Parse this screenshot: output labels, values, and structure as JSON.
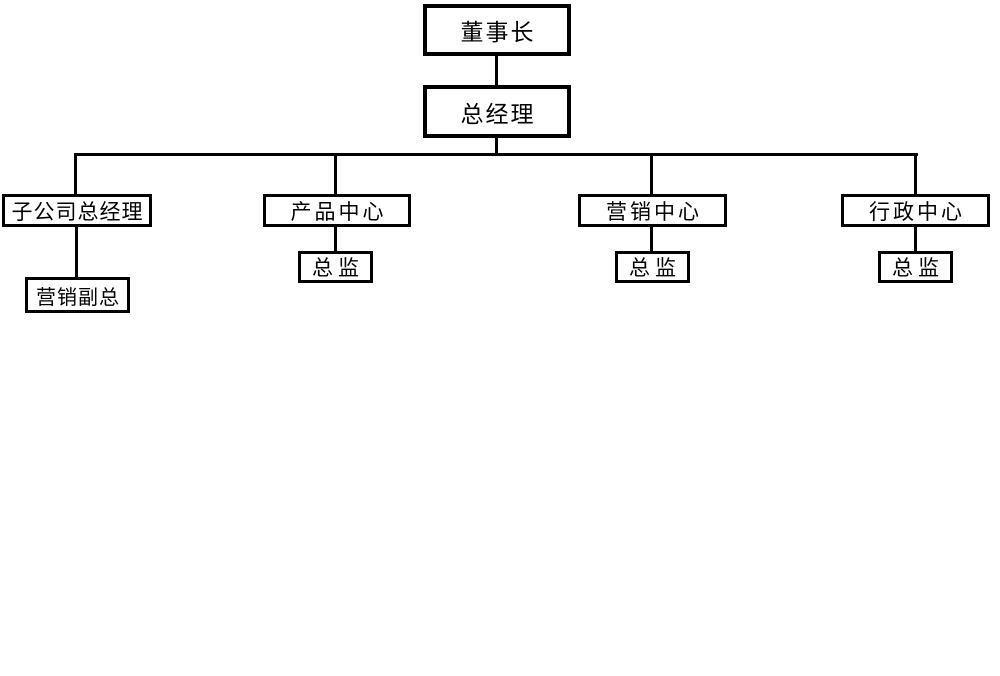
{
  "diagram": {
    "type": "org-chart",
    "colors": {
      "background": "#ffffff",
      "line": "#000000",
      "box_border": "#000000",
      "box_fill": "#ffffff",
      "text": "#000000"
    },
    "hierarchy": {
      "label": "董事长",
      "children": [
        {
          "label": "总经理",
          "children": [
            {
              "label": "子公司总经理",
              "children": [
                {
                  "label": "营销副总",
                  "children": []
                }
              ]
            },
            {
              "label": "产品中心",
              "children": [
                {
                  "label": "总监",
                  "children": []
                }
              ]
            },
            {
              "label": "营销中心",
              "children": [
                {
                  "label": "总监",
                  "children": []
                }
              ]
            },
            {
              "label": "行政中心",
              "children": [
                {
                  "label": "总监",
                  "children": []
                }
              ]
            }
          ]
        }
      ]
    }
  }
}
